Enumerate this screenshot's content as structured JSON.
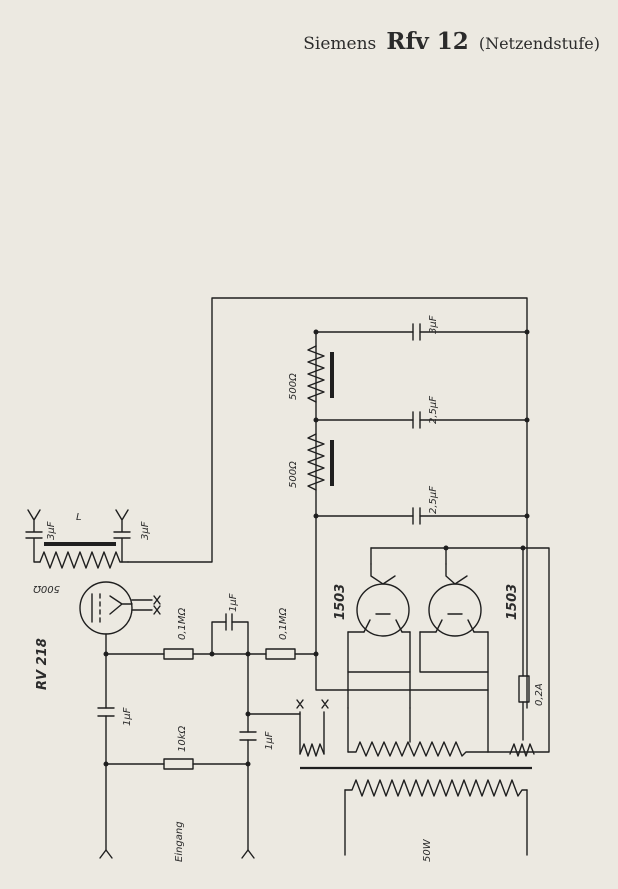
{
  "header": {
    "brand": "Siemens",
    "model": "Rfv 12",
    "subtitle": "(Netzendstufe)"
  },
  "schematic": {
    "input_tube": "RV 218",
    "rectifier_tubes": [
      "1503",
      "1503"
    ],
    "input_label": "Eingang",
    "transformer_label": "50W",
    "fuse": "0,2A",
    "choke": "L",
    "choke_resistance": "500Ω",
    "filter_resistors": [
      "500Ω",
      "500Ω"
    ],
    "filter_caps": [
      "3µF",
      "2,5µF",
      "2,5µF"
    ],
    "left_caps": [
      "3µF",
      "3µF"
    ],
    "coupling_cap": "1µF",
    "grid_resistors": [
      "0,1MΩ",
      "0,1MΩ"
    ],
    "input_resistor": "10kΩ",
    "bypass_caps": [
      "1µF",
      "1µF"
    ]
  }
}
